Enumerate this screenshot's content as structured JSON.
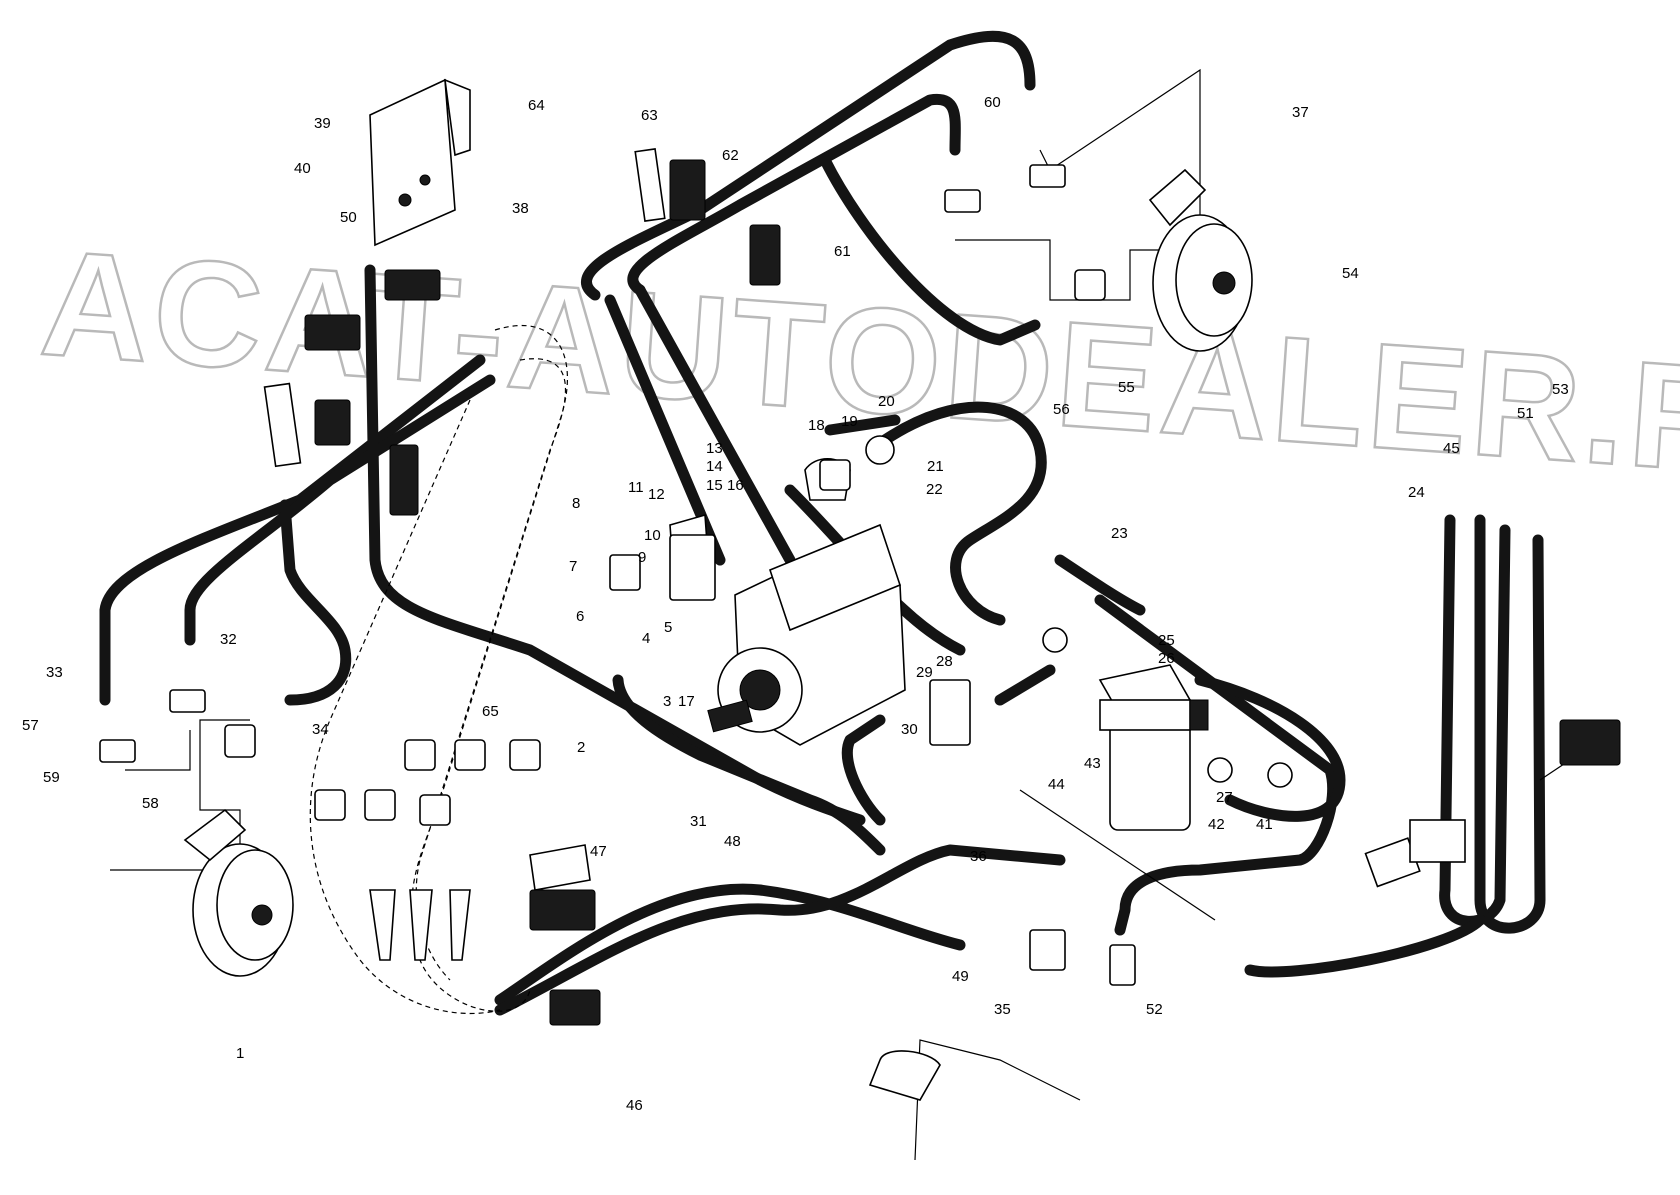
{
  "watermark": "ACAT-AUTODEALER.RU",
  "colors": {
    "hose": "#141414",
    "line": "#000000",
    "watermark": "#b9b9b9",
    "background": "#ffffff"
  },
  "callouts": [
    "1",
    "2",
    "3",
    "17",
    "4",
    "5",
    "6",
    "7",
    "8",
    "9",
    "10",
    "11",
    "12",
    "13",
    "14",
    "15",
    "16",
    "18",
    "19",
    "20",
    "21",
    "22",
    "23",
    "24",
    "25",
    "26",
    "27",
    "28",
    "29",
    "30",
    "31",
    "32",
    "33",
    "34",
    "35",
    "36",
    "37",
    "38",
    "39",
    "40",
    "41",
    "42",
    "43",
    "44",
    "45",
    "46",
    "47",
    "48",
    "49",
    "50",
    "51",
    "52",
    "53",
    "54",
    "55",
    "56",
    "57",
    "58",
    "59",
    "60",
    "61",
    "62",
    "63",
    "64",
    "65"
  ]
}
